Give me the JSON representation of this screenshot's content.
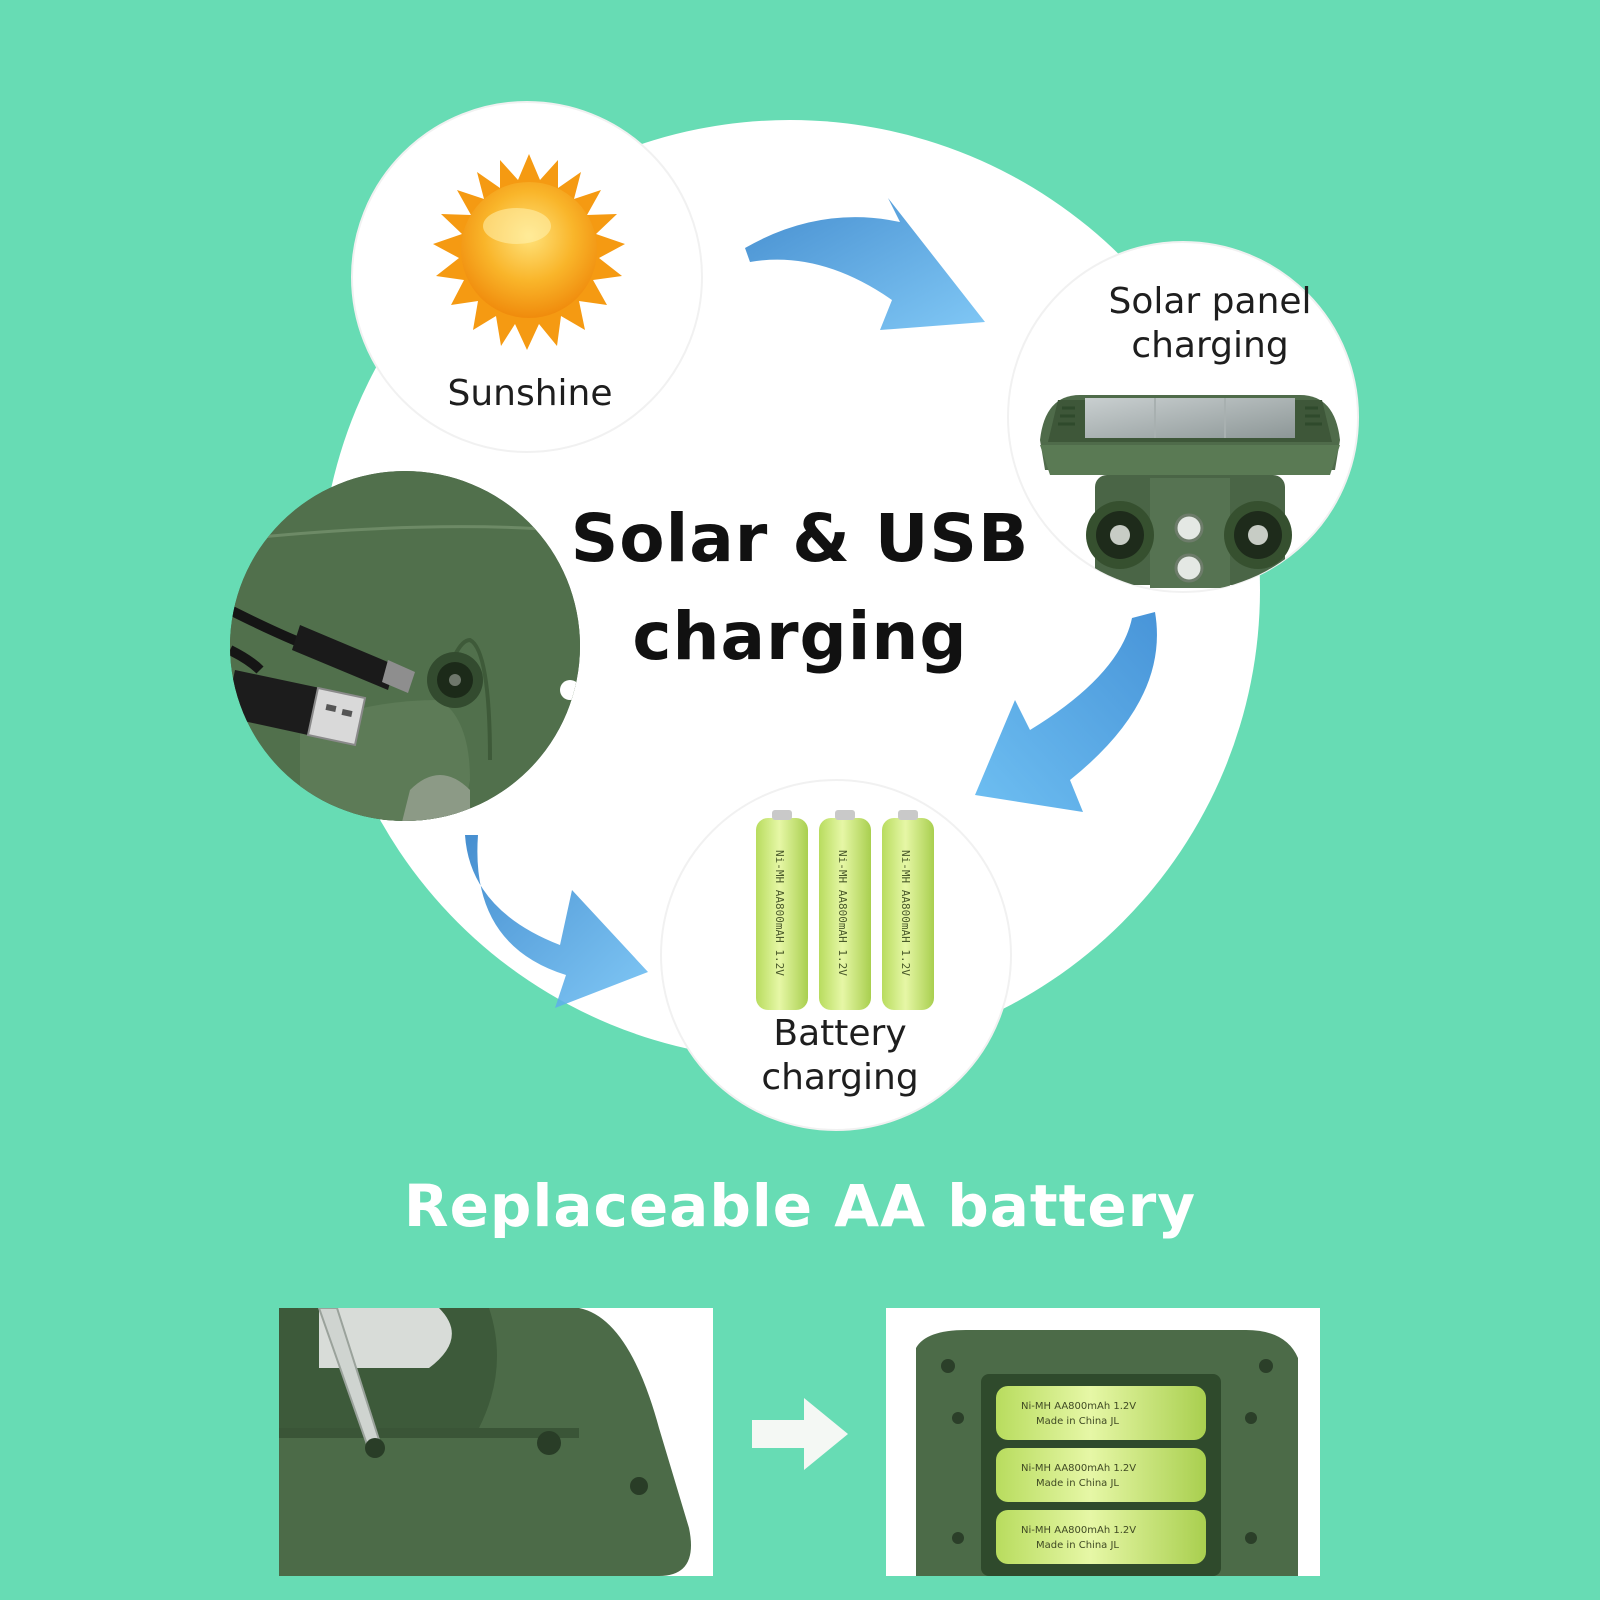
{
  "diagram": {
    "headline_line1": "Solar & USB",
    "headline_line2": "charging",
    "nodes": {
      "sunshine": "Sunshine",
      "solar_line1": "Solar panel",
      "solar_line2": "charging",
      "battery_line1": "Battery",
      "battery_line2": "charging"
    }
  },
  "section": {
    "title": "Replaceable AA battery"
  },
  "battery_markings": {
    "cell": "Ni-MH AA800mAh 1.2V",
    "origin": "Made in China JL"
  },
  "colors": {
    "background": "#67dcb4",
    "arrow_blue": "#3a9be0",
    "device_green": "#4d6b48",
    "sun_orange": "#f7a21b",
    "battery_green": "#d8f08a"
  }
}
